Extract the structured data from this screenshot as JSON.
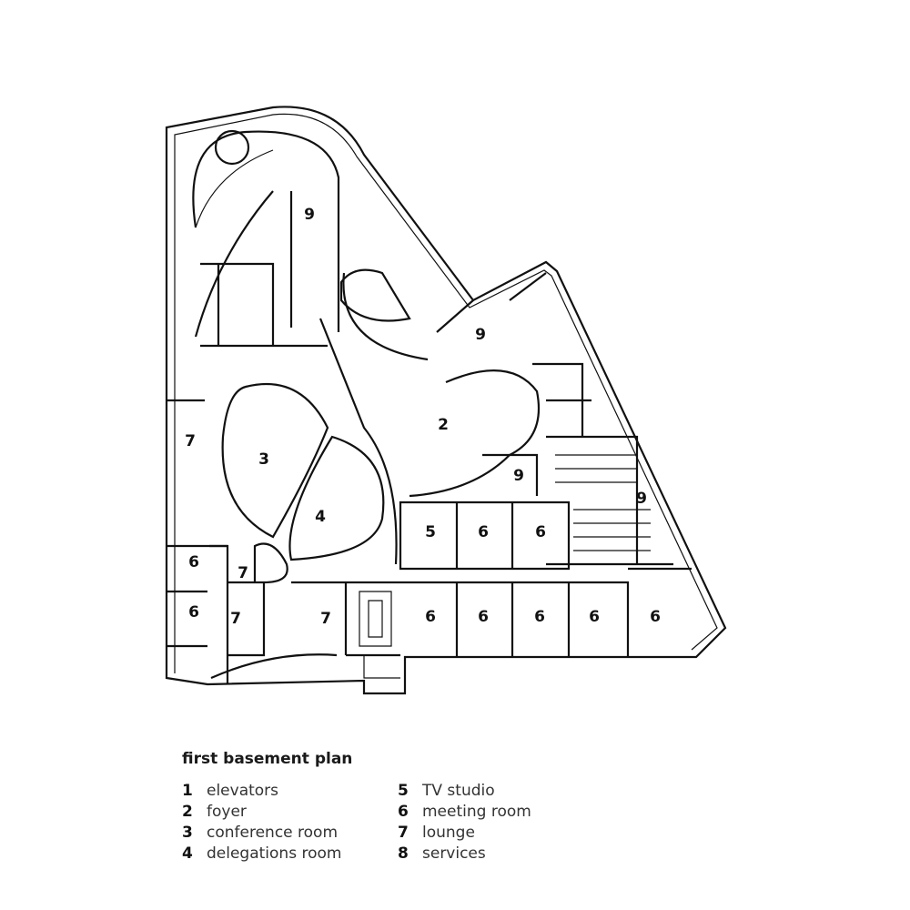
{
  "title": "first basement plan",
  "legend": [
    {
      "num": "1",
      "label": "elevators"
    },
    {
      "num": "2",
      "label": "foyer"
    },
    {
      "num": "3",
      "label": "conference room"
    },
    {
      "num": "4",
      "label": "delegations room"
    },
    {
      "num": "5",
      "label": "TV studio"
    },
    {
      "num": "6",
      "label": "meeting room"
    },
    {
      "num": "7",
      "label": "lounge"
    },
    {
      "num": "8",
      "label": "services"
    }
  ],
  "rooms": [
    "9",
    "9",
    "2",
    "3",
    "7",
    "4",
    "9",
    "9",
    "5",
    "6",
    "6",
    "6",
    "7",
    "6",
    "7",
    "7",
    "6",
    "6",
    "6",
    "6",
    "6"
  ]
}
